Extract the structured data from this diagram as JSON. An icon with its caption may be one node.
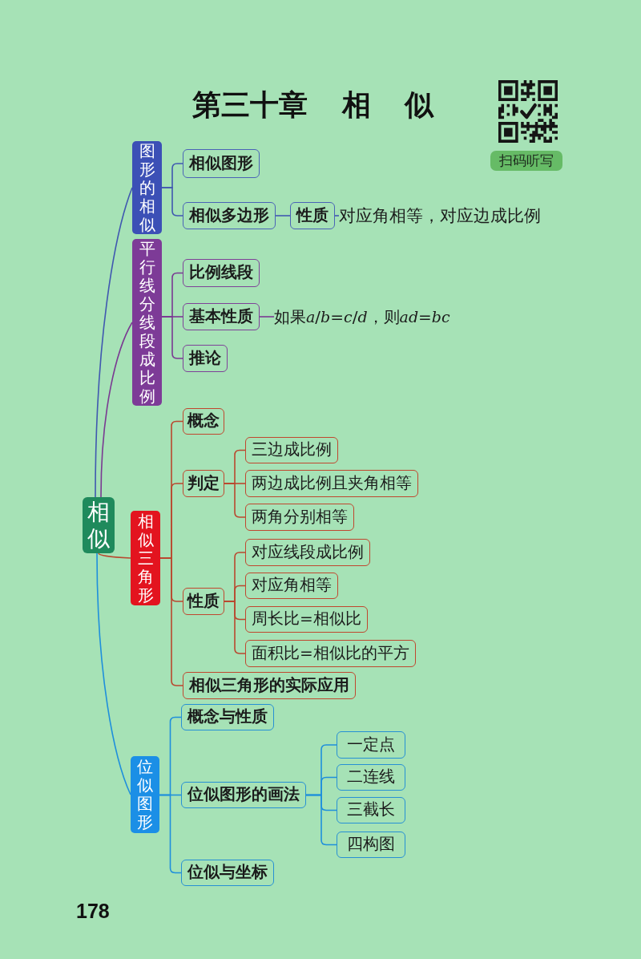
{
  "diagram": {
    "title": "第三十章 相 似",
    "nodes": [
      {
        "text": [
          "相似"
        ]
      },
      {
        "text": [
          "图形的相似"
        ]
      },
      {
        "text": [
          "相似图形"
        ]
      },
      {
        "text": [
          "相似多边形"
        ]
      },
      {
        "text": [
          "性质"
        ]
      },
      {
        "text": [
          "对应角相等，对应边成比例"
        ]
      },
      {
        "text": [
          "平行线分线段成比例"
        ]
      },
      {
        "text": [
          "比例线段"
        ]
      },
      {
        "text": [
          "基本性质"
        ]
      },
      {
        "text": [
          "如果a/b=c/d，则ad=bc"
        ]
      },
      {
        "text": [
          "推论"
        ]
      },
      {
        "text": [
          "相似三角形"
        ]
      },
      {
        "text": [
          "概念"
        ]
      },
      {
        "text": [
          "判定"
        ]
      },
      {
        "text": [
          "三边成比例"
        ]
      },
      {
        "text": [
          "两边成比例且夹角相等"
        ]
      },
      {
        "text": [
          "两角分别相等"
        ]
      },
      {
        "text": [
          "性质"
        ]
      },
      {
        "text": [
          "对应线段成比例"
        ]
      },
      {
        "text": [
          "对应角相等"
        ]
      },
      {
        "text": [
          "周长比=相似比"
        ]
      },
      {
        "text": [
          "面积比=相似比的平方"
        ]
      },
      {
        "text": [
          "相似三角形的实际应用"
        ]
      },
      {
        "text": [
          "位似图形"
        ]
      },
      {
        "text": [
          "概念与性质"
        ]
      },
      {
        "text": [
          "位似图形的画法"
        ]
      },
      {
        "text": [
          "一定点"
        ]
      },
      {
        "text": [
          "二连线"
        ]
      },
      {
        "text": [
          "三截长"
        ]
      },
      {
        "text": [
          "四构图"
        ]
      },
      {
        "text": [
          "位似与坐标"
        ]
      }
    ],
    "edges": [
      {
        "from": 0,
        "to": 1,
        "arrow": "none",
        "color": "#4058b0"
      },
      {
        "from": 0,
        "to": 6,
        "arrow": "none",
        "color": "#7a3a92"
      },
      {
        "from": 0,
        "to": 11,
        "arrow": "none"
      },
      {
        "from": 0,
        "to": 23,
        "arrow": "none",
        "color": "#1e8fdc"
      },
      {
        "from": 1,
        "to": 2,
        "arrow": "none",
        "color": "#4058b0"
      },
      {
        "from": 1,
        "to": 3,
        "arrow": "none",
        "color": "#4058b0"
      },
      {
        "from": 3,
        "to": 4,
        "arrow": "none",
        "color": "#4058b0"
      },
      {
        "from": 4,
        "to": 5,
        "arrow": "none",
        "color": "#4058b0"
      },
      {
        "from": 6,
        "to": 7,
        "arrow": "none",
        "color": "#7a3a92"
      },
      {
        "from": 6,
        "to": 8,
        "arrow": "none",
        "color": "#7a3a92"
      },
      {
        "from": 8,
        "to": 9,
        "arrow": "none",
        "color": "#7a3a92"
      },
      {
        "from": 6,
        "to": 10,
        "arrow": "none",
        "color": "#7a3a92"
      },
      {
        "from": 11,
        "to": 12,
        "arrow": "none"
      },
      {
        "from": 11,
        "to": 13,
        "arrow": "none"
      },
      {
        "from": 13,
        "to": 14,
        "arrow": "none"
      },
      {
        "from": 13,
        "to": 15,
        "arrow": "none"
      },
      {
        "from": 13,
        "to": 16,
        "arrow": "none"
      },
      {
        "from": 11,
        "to": 17,
        "arrow": "none"
      },
      {
        "from": 17,
        "to": 18,
        "arrow": "none"
      },
      {
        "from": 17,
        "to": 19,
        "arrow": "none"
      },
      {
        "from": 17,
        "to": 20,
        "arrow": "none"
      },
      {
        "from": 17,
        "to": 21,
        "arrow": "none"
      },
      {
        "from": 11,
        "to": 22,
        "arrow": "none"
      },
      {
        "from": 23,
        "to": 24,
        "arrow": "none",
        "color": "#1e8fdc"
      },
      {
        "from": 23,
        "to": 25,
        "arrow": "none",
        "color": "#1e8fdc"
      },
      {
        "from": 25,
        "to": 26,
        "arrow": "none",
        "color": "#1e8fdc"
      },
      {
        "from": 25,
        "to": 27,
        "arrow": "none",
        "color": "#1e8fdc"
      },
      {
        "from": 25,
        "to": 28,
        "arrow": "none",
        "color": "#1e8fdc"
      },
      {
        "from": 25,
        "to": 29,
        "arrow": "none",
        "color": "#1e8fdc"
      },
      {
        "from": 23,
        "to": 30,
        "arrow": "none",
        "color": "#1e8fdc"
      }
    ],
    "labels": [
      "扫码听写",
      "178"
    ]
  }
}
